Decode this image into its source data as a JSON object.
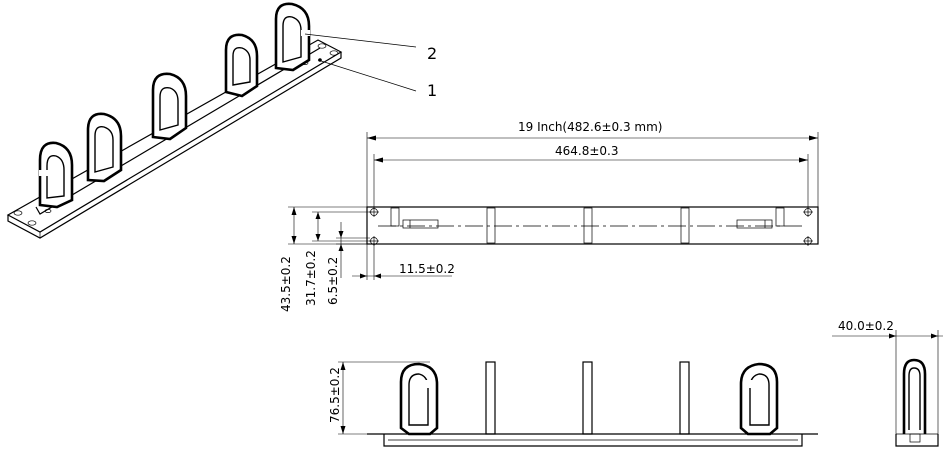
{
  "callouts": [
    "2",
    "1"
  ],
  "dimensions": {
    "overall_width": "19 Inch(482.6±0.3 mm)",
    "hole_spacing": "464.8±0.3",
    "panel_height": "43.5±0.2",
    "hole_vertical": "31.7±0.2",
    "hole_offset_v": "6.5±0.2",
    "hole_offset_h": "11.5±0.2",
    "ring_height": "76.5±0.2",
    "depth": "40.0±0.2"
  },
  "views": [
    "isometric-view",
    "front-view",
    "top-view",
    "side-view"
  ]
}
